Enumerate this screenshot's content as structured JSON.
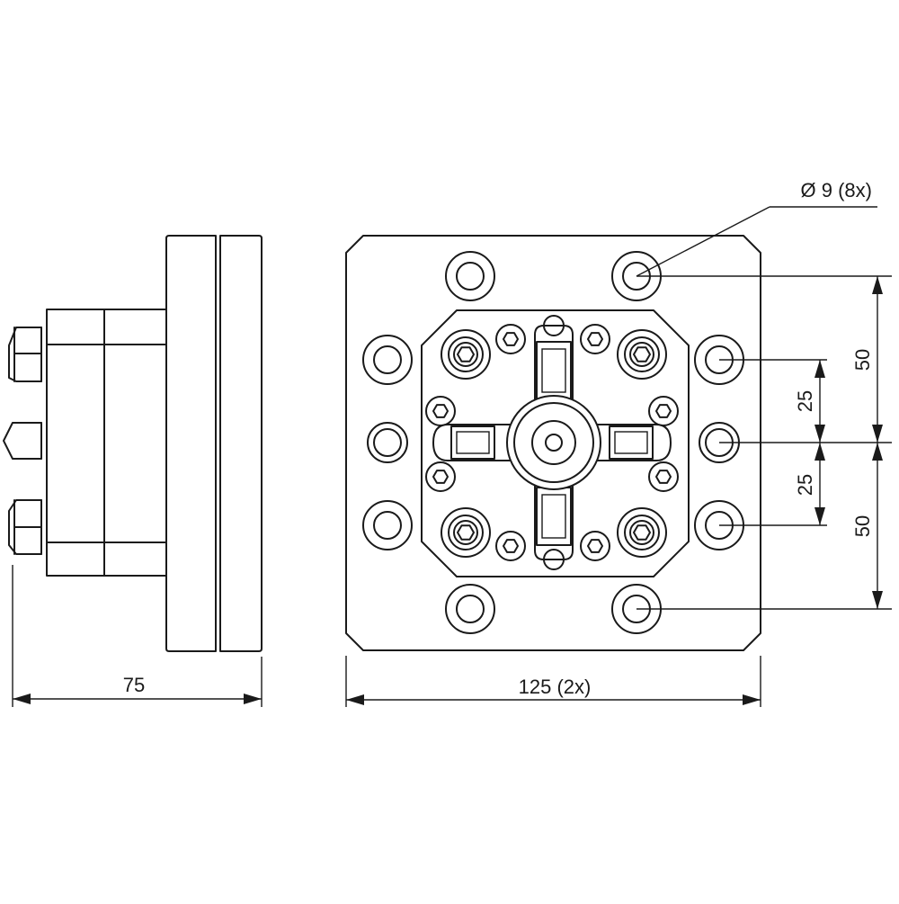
{
  "drawing": {
    "dimensions": {
      "side_width": "75",
      "front_width": "125 (2x)",
      "hole_callout": "Ø 9 (8x)",
      "upper_pitch": "50",
      "lower_pitch": "50",
      "upper_offset": "25",
      "lower_offset": "25"
    },
    "line_color": "#1a1a1a",
    "background": "#ffffff"
  }
}
